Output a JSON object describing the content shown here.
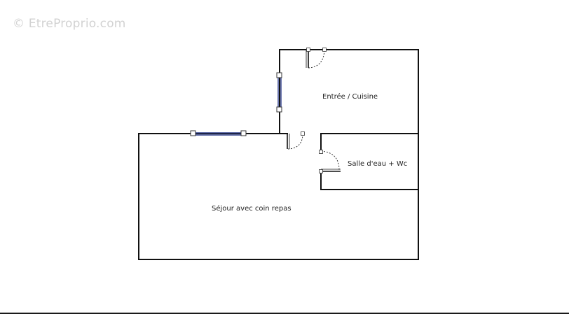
{
  "watermark": "© EtreProprio.com",
  "rooms": {
    "entree_cuisine": "Entrée / Cuisine",
    "salle_deau": "Salle d'eau + Wc",
    "sejour": "Séjour avec coin repas"
  },
  "colors": {
    "wall": "#111111",
    "window": "#2a3a8a",
    "door_swing": "#333333",
    "watermark": "#d2d2d2"
  }
}
